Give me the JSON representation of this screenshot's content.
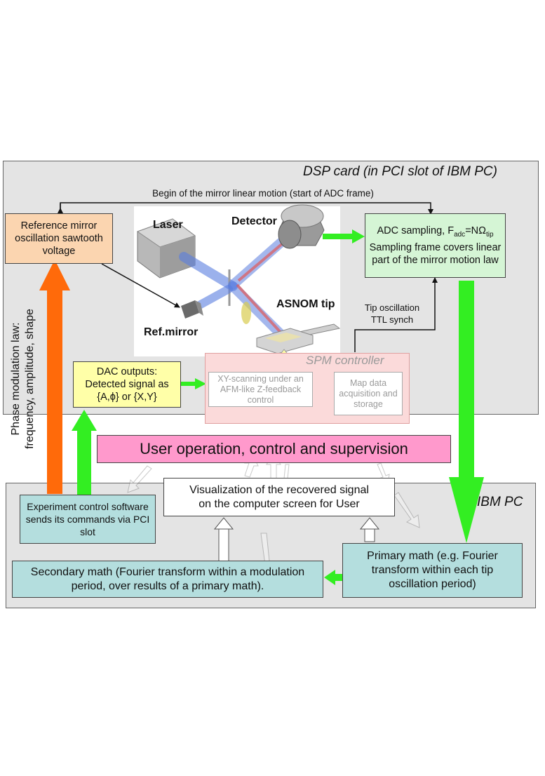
{
  "panels": {
    "dsp_title": "DSP card (in PCI slot of IBM PC)",
    "ibm_title": "IBM PC"
  },
  "labels": {
    "begin_mirror": "Begin of the mirror linear motion (start of ADC frame)",
    "tip_sync_line1": "Tip oscillation",
    "tip_sync_line2": "TTL synch",
    "phase_line1": "Phase modulation law:",
    "phase_line2": "frequency, amplitude, shape"
  },
  "setup": {
    "laser": "Laser",
    "detector": "Detector",
    "asnom_tip": "ASNOM tip",
    "ref_mirror": "Ref.mirror"
  },
  "boxes": {
    "reference": "Reference mirror oscillation sawtooth voltage",
    "adc_line1_prefix": "ADC sampling, F",
    "adc_line1_sub1": "adc",
    "adc_line1_mid": "=NΩ",
    "adc_line1_sub2": "tip",
    "adc_line2": "Sampling frame covers linear part of the mirror motion law",
    "dac_line1": "DAC outputs:",
    "dac_line2": "Detected signal as",
    "dac_line3": "{A,ϕ} or {X,Y}",
    "spm_controller": "SPM controller",
    "xy_scanning": "XY-scanning under an AFM-like Z-feedback control",
    "map_data": "Map data acquisition and storage",
    "user_operation": "User operation, control and supervision",
    "visualization": "Visualization of the recovered signal on the computer screen for User",
    "experiment_control": "Experiment control software sends its commands via PCI slot",
    "secondary_math": "Secondary math (Fourier transform within a modulation period, over results of a primary math).",
    "primary_math": "Primary math (e.g. Fourier transform within each tip oscillation period)"
  },
  "colors": {
    "panel_bg": "#e4e4e4",
    "reference_bg": "#fbd5b0",
    "adc_bg": "#d5f5d5",
    "dac_bg": "#ffffa8",
    "spm_bg": "#fbdada",
    "user_bg": "#ff99cc",
    "teal_bg": "#b4dede",
    "green_arrow": "#33ee22",
    "orange_arrow": "#ff6a0a"
  }
}
